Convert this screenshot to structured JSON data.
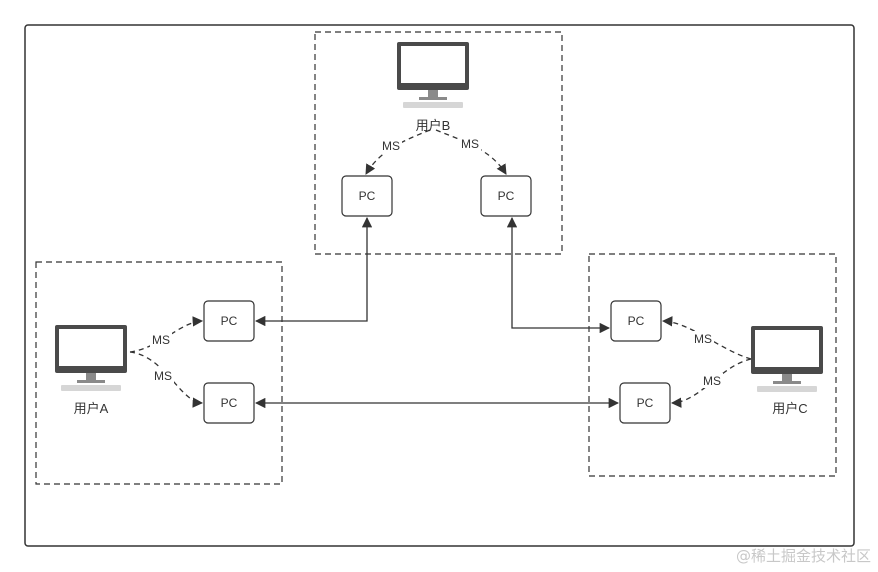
{
  "users": [
    {
      "id": "a",
      "label": "用户A",
      "icon": "monitor-icon"
    },
    {
      "id": "b",
      "label": "用户B",
      "icon": "monitor-icon"
    },
    {
      "id": "c",
      "label": "用户C",
      "icon": "monitor-icon"
    }
  ],
  "pc_label": "PC",
  "ms_label": "MS",
  "watermark": "@稀土掘金技术社区",
  "colors": {
    "stroke": "#333333",
    "monitor_frame": "#4a4a4a",
    "monitor_screen": "#ffffff",
    "monitor_stand": "#8a8a8a",
    "keyboard": "#d6d6d6",
    "watermark": "#c8c8c8"
  }
}
